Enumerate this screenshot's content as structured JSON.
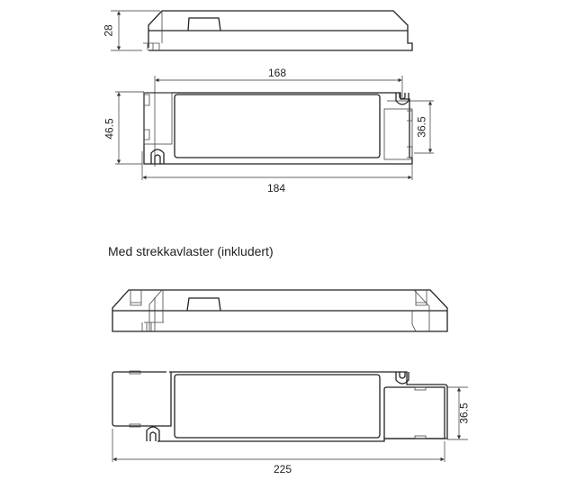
{
  "caption": "Med strekkavlaster (inkludert)",
  "top_view": {
    "height_label": "28"
  },
  "plan_view": {
    "inner_length_label": "168",
    "total_length_label": "184",
    "width_label": "46.5",
    "connector_width_label": "36.5"
  },
  "strain_relief_view": {
    "total_length_label": "225",
    "connector_width_label": "36.5"
  },
  "colors": {
    "line": "#222222",
    "background": "#ffffff"
  }
}
